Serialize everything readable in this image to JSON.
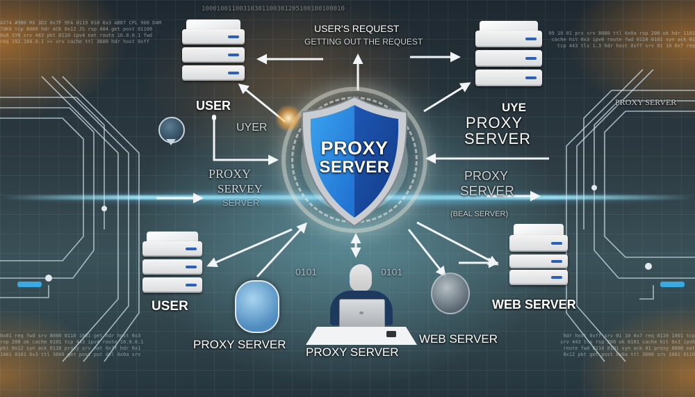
{
  "diagram": {
    "title": "Proxy Server",
    "center": {
      "label_line1": "PROXY",
      "label_line2": "SERVER",
      "shape": "shield-icon",
      "colors": {
        "shield_left": "#2d8ee0",
        "shield_right": "#1a4fa8",
        "border": "#c9cdd2"
      }
    },
    "header": {
      "line1": "USER'S REQUEST",
      "line2": "GETTING OUT THE REQUEST"
    },
    "nodes": [
      {
        "id": "top-left-server",
        "label": "USER",
        "icon": "server-rack-icon"
      },
      {
        "id": "top-right-server",
        "label": "UYE",
        "sublabel_line1": "PROXY",
        "sublabel_line2": "SERVER",
        "icon": "server-rack-icon"
      },
      {
        "id": "bottom-left-server",
        "label": "USER",
        "icon": "server-rack-icon"
      },
      {
        "id": "bottom-right-server",
        "label": "WEB SERVER",
        "icon": "server-rack-icon"
      },
      {
        "id": "left-badge",
        "label": "PROXY SERVER",
        "icon": "globe-badge-icon"
      },
      {
        "id": "right-badge",
        "label": "WEB SERVER",
        "icon": "globe-badge-icon"
      },
      {
        "id": "person-at-laptop",
        "label": "PROXY SERVER",
        "icon": "user-laptop-icon"
      }
    ],
    "floating_labels": {
      "uyer": "UYER",
      "proxy_left_line1": "PROXY",
      "proxy_left_line2": "SERVEY",
      "proxy_left_line3": "SERVER",
      "proxy_right_line1": "PROXY",
      "proxy_right_line2": "SERVER",
      "real_server": "(BEAL SERVER)",
      "far_right": "PROXY SERVER",
      "binary_top": "10001001100310301100301205100100100010",
      "circle_digits_left": "0101",
      "circle_digits_right": "0101"
    },
    "accent_colors": {
      "glow_orange": "#ff9a28",
      "glow_cyan": "#6fd2ff",
      "server_led": "#2b5fb8"
    }
  }
}
